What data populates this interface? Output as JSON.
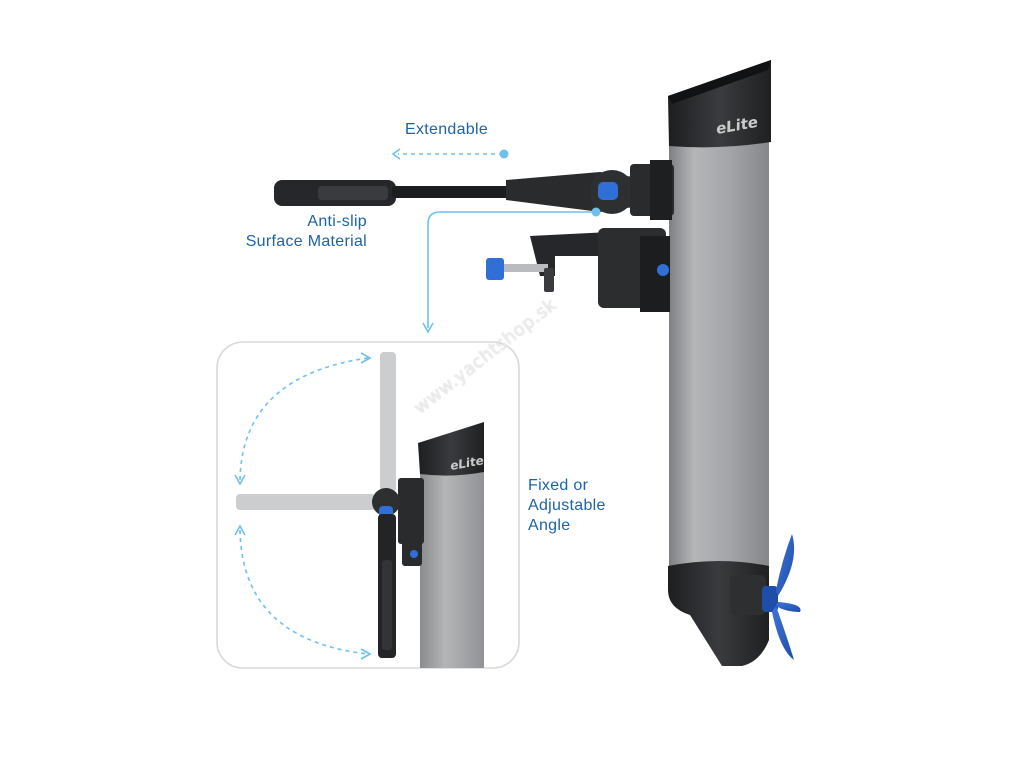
{
  "labels": {
    "extendable": "Extendable",
    "antislip_line1": "Anti-slip",
    "antislip_line2": "Surface Material",
    "fixed_line1": "Fixed or",
    "fixed_line2": "Adjustable",
    "fixed_line3": "Angle"
  },
  "logo": {
    "brand_main": "eLite",
    "brand_inset": "eLite"
  },
  "watermark": "www.yachtshop.sk",
  "colors": {
    "label_blue": "#1c63a8",
    "arrow_blue": "#6ec1ef",
    "accent_blue": "#2f6fd6",
    "body_gray": "#a7a9ab",
    "dark": "#2a2b2d"
  }
}
